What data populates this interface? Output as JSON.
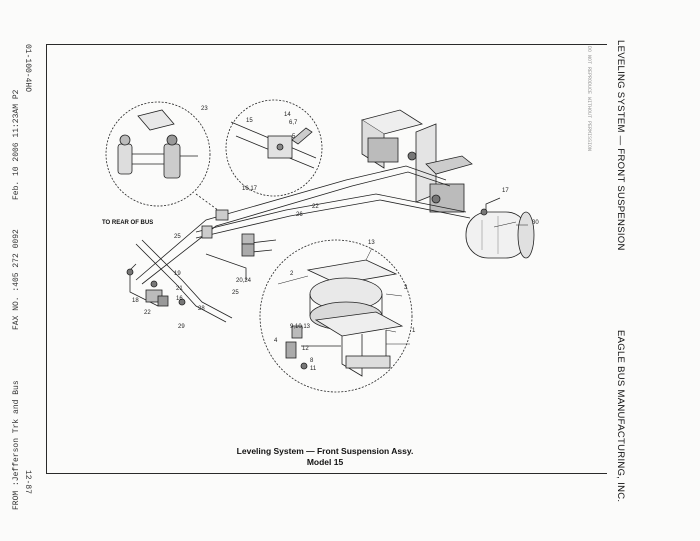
{
  "fax_header": {
    "from": "FROM :Jefferson Trk and Bus",
    "fax_no": "FAX NO. :405 272 0092",
    "date": "Feb. 10 2006 11:23AM  P2",
    "page_no": "12-87",
    "doc_code": "01-100-4HO"
  },
  "side_title": {
    "system": "LEVELING SYSTEM — FRONT SUSPENSION",
    "maker": "EAGLE BUS MANUFACTURING, INC.",
    "small_note": "DO NOT REPRODUCE WITHOUT PERMISSION"
  },
  "caption": {
    "line1": "Leveling System — Front Suspension Assy.",
    "line2": "Model 15"
  },
  "labels": {
    "rear_of_bus": "TO REAR OF BUS",
    "l23": "23",
    "l15": "15",
    "l14": "14",
    "l67": "6,7",
    "l5": "5",
    "l1617": "16,17",
    "l22": "22",
    "l26": "26",
    "l25a": "25",
    "l25b": "25",
    "l19": "19",
    "l21": "21",
    "l16": "16",
    "l18": "18",
    "l22b": "22",
    "l29": "29",
    "l28": "28",
    "l2024": "20,24",
    "l17": "17",
    "l30": "30",
    "l2": "2",
    "l3": "3",
    "l4": "4",
    "l1": "1",
    "l91013": "9,10,13",
    "l8": "8",
    "l11": "11",
    "l12": "12",
    "l13": "13"
  }
}
